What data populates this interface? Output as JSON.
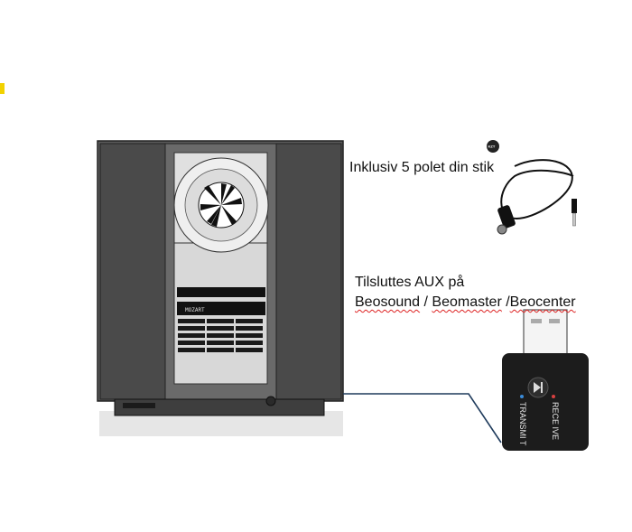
{
  "captions": {
    "cable": "Inklusiv 5 polet din stik",
    "connect_prefix": "Tilsluttes AUX på",
    "models": [
      "Beosound",
      " / ",
      "Beomaster",
      " /",
      "Beocenter"
    ]
  },
  "stereo": {
    "display_text": "MOZART"
  },
  "adapter": {
    "receive_label": "RECE IVE",
    "transmit_label": "TRANSMI T"
  },
  "cable_badge": {
    "text": "KZT"
  },
  "colors": {
    "cabinet_side": "#4a4a4a",
    "cabinet_front": "#d9d9d9",
    "adapter_body": "#1c1c1c",
    "connection_wire": "#1f3b5c",
    "marker": "#f2d200"
  }
}
